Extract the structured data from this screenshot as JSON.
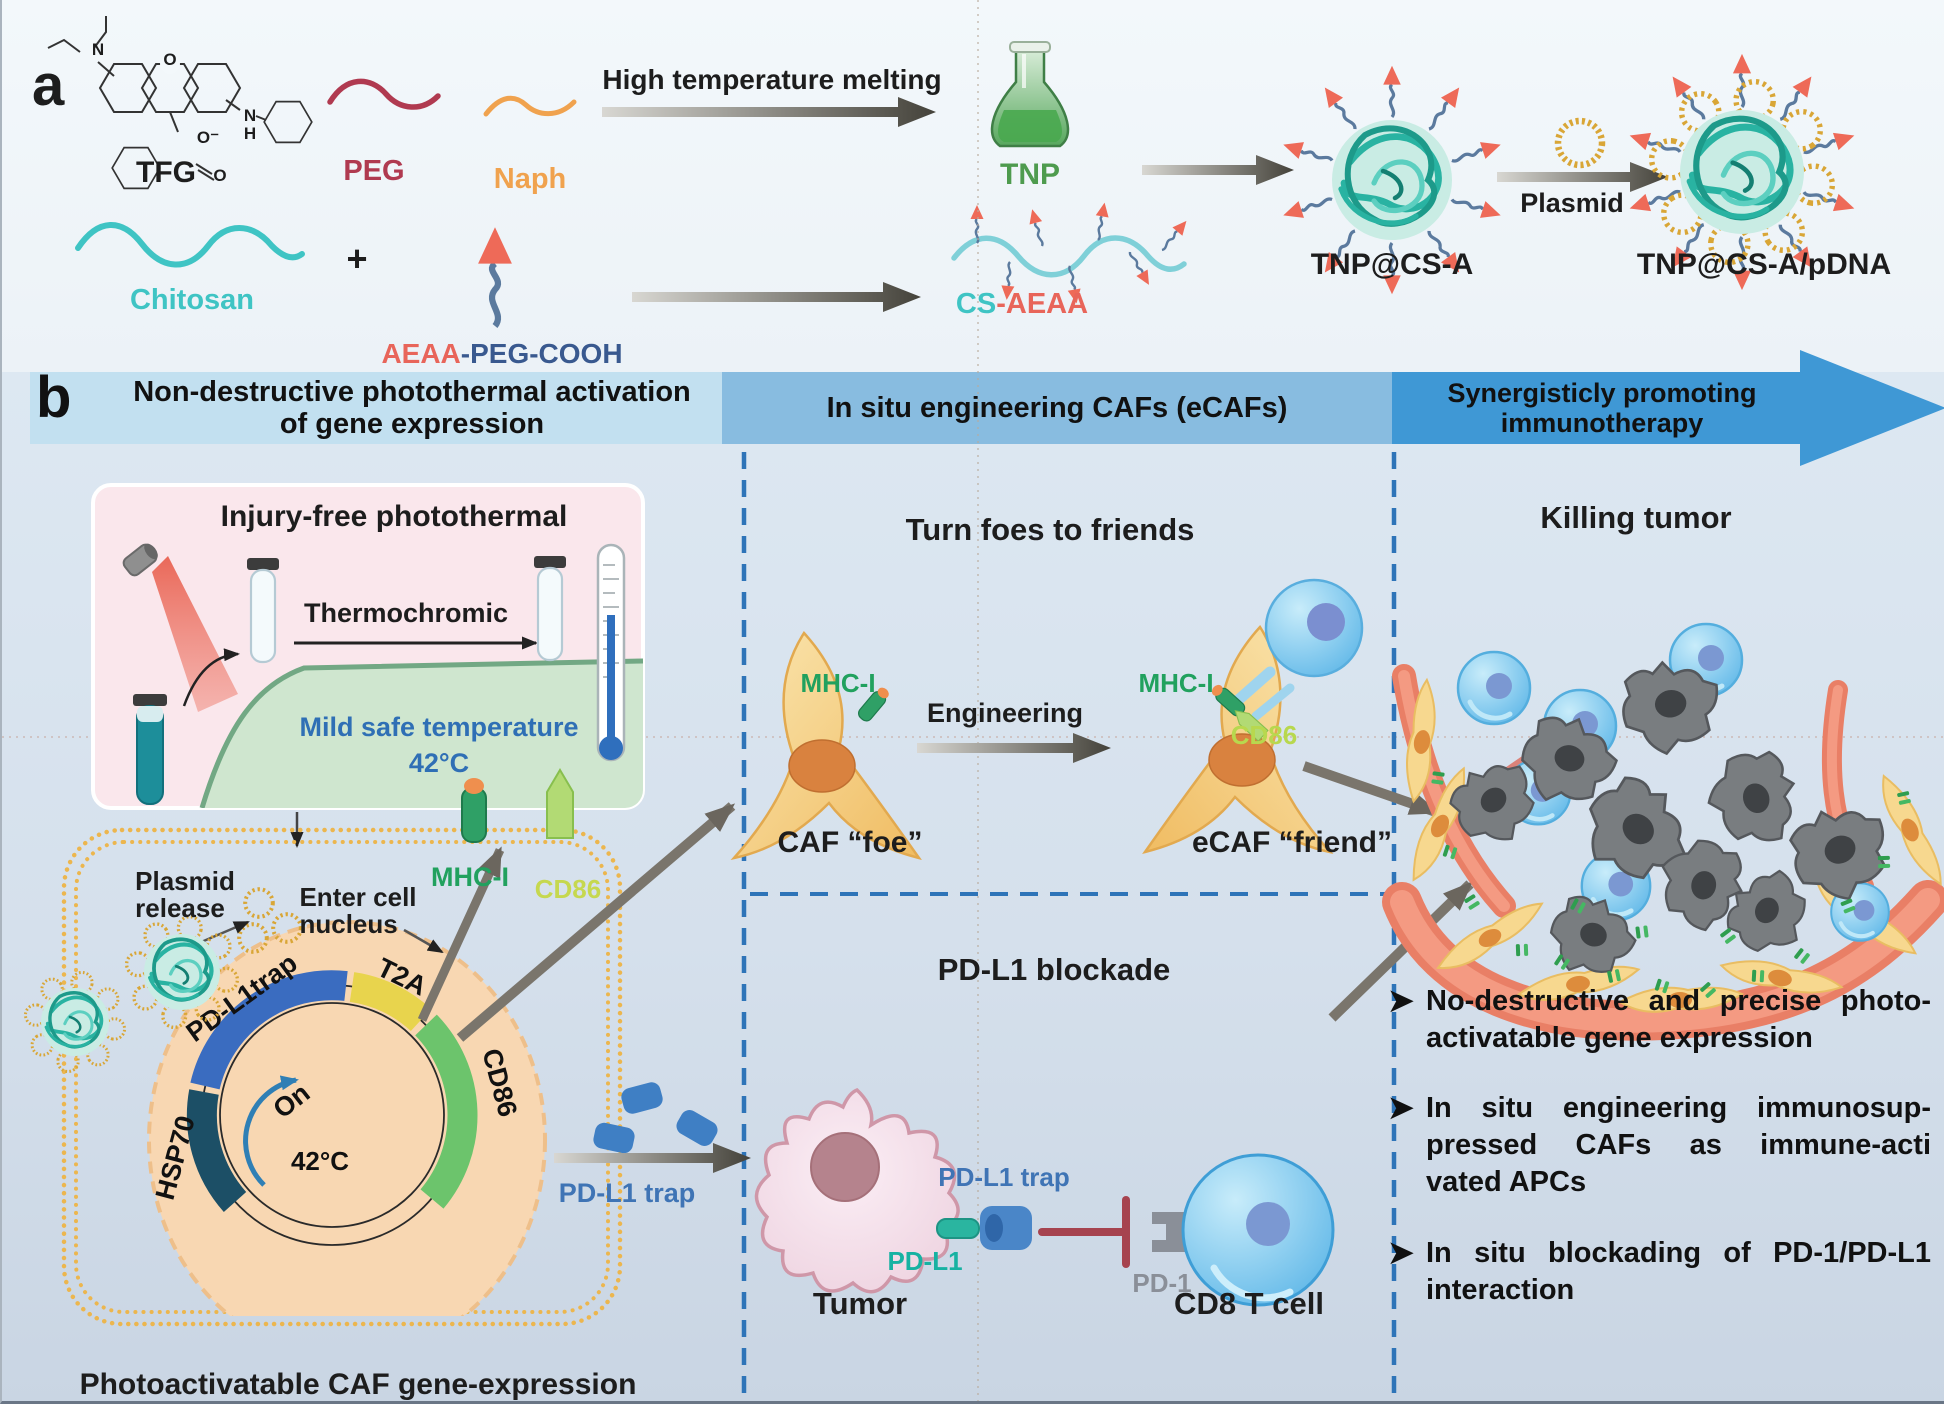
{
  "panel_a": {
    "label": "a",
    "tfg_label": "TFG",
    "peg_label": "PEG",
    "naph_label": "Naph",
    "chitosan_label": "Chitosan",
    "plus": "+",
    "aeaa_label_red": "AEAA",
    "aeaa_label_blue": "-PEG-COOH",
    "arrow_top_label": "High temperature melting",
    "tnp_label": "TNP",
    "cs_label_cyan": "CS",
    "cs_label_red": "-AEAA",
    "tnp_cs_a_label": "TNP@CS-A",
    "plasmid_label": "Plasmid",
    "tnp_cs_a_pdna_label": "TNP@CS-A/pDNA",
    "atom_o": "O",
    "atom_o_minus": "O⁻",
    "atom_n": "N",
    "atom_h": "H"
  },
  "band": {
    "label": "b",
    "sections": [
      {
        "title": "Non-destructive photothermal activation of gene expression",
        "color": "#c2e0f0"
      },
      {
        "title": "In situ engineering CAFs (eCAFs)",
        "color": "#88bce0"
      },
      {
        "title": "Synergisticly promoting immunotherapy",
        "color": "#3f98d5"
      }
    ]
  },
  "left_column": {
    "box_title": "Injury-free photothermal",
    "thermochromic": "Thermochromic",
    "mild_safe": "Mild safe temperature",
    "mild_temp": "42°C",
    "plasmid_release_l1": "Plasmid",
    "plasmid_release_l2": "release",
    "enter_nucleus_l1": "Enter cell",
    "enter_nucleus_l2": "nucleus",
    "mhc1_label": "MHC-I",
    "cd86_membrane_label": "CD86",
    "ring": {
      "seg_pdl1trap": "PD-L1trap",
      "seg_t2a": "T2A",
      "seg_cd86": "CD86",
      "seg_hsp70": "HSP70",
      "on": "On",
      "temp": "42°C"
    },
    "pdl1_trap_label": "PD-L1 trap",
    "caption": "Photoactivatable CAF gene-expression"
  },
  "middle_column": {
    "top_title": "Turn foes to friends",
    "engineering": "Engineering",
    "mhc1_foe": "MHC-I",
    "mhc1_friend": "MHC-I",
    "cd86_friend": "CD86",
    "caf_foe": "CAF “foe”",
    "ecaf_friend": "eCAF “friend”",
    "bottom_title": "PD-L1 blockade",
    "pdl1_trap": "PD-L1 trap",
    "pdl1": "PD-L1",
    "pd1": "PD-1",
    "tumor": "Tumor",
    "cd8": "CD8 T cell"
  },
  "right_column": {
    "title": "Killing tumor",
    "bullets": [
      {
        "glyph": "➤",
        "lines": [
          "No-destructive and precise photo-",
          "activatable gene expression"
        ]
      },
      {
        "glyph": "➤",
        "lines": [
          "In situ engineering immunosup-",
          "pressed CAFs as immune-acti",
          "vated APCs"
        ]
      },
      {
        "glyph": "➤",
        "lines": [
          "In situ blockading of PD-1/PD-L1",
          "interaction"
        ]
      }
    ]
  },
  "colors": {
    "band1": "#c2e0f0",
    "band2": "#88bce0",
    "band3": "#3f98d5",
    "membrane_gold": "#ecb64e",
    "chitosan_cyan": "#3fc4c4",
    "peg_red": "#b03a50",
    "naph_orange": "#f0a24e",
    "aeaa_red": "#e8655a",
    "peg_cooh_blue": "#39598f",
    "mhc_green": "#21a15e",
    "cd86_green": "#b8d84e",
    "trap_blue": "#3f74b5",
    "pdl1_teal": "#17b2a2",
    "pd1_gray": "#8a8f98",
    "mild_blue": "#2f6fb5",
    "tnp_green": "#4e9b4e",
    "ring_blue": "#3a6cc0",
    "ring_yellow": "#e8d44d",
    "ring_green": "#6cc46c",
    "ring_darkteal": "#1c4f66"
  }
}
